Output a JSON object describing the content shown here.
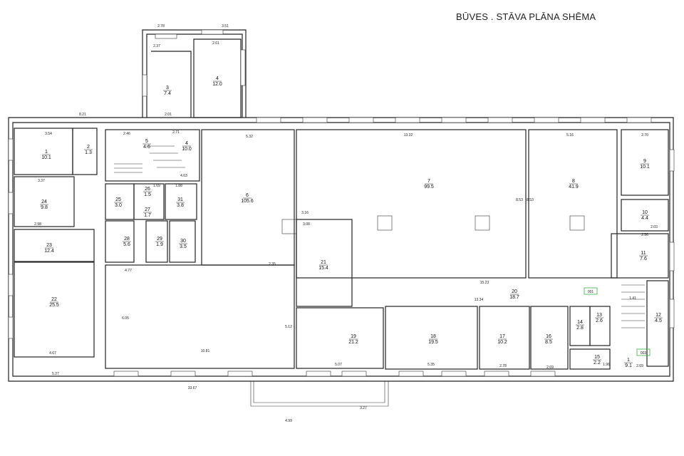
{
  "title": "BŪVES    .  STĀVA PLĀNA SHĒMA",
  "rooms": [
    {
      "num": "1",
      "area": "10.1"
    },
    {
      "num": "2",
      "area": "1.3"
    },
    {
      "num": "3",
      "area": "7.4"
    },
    {
      "num": "4",
      "area": "12.0"
    },
    {
      "num": "4",
      "area": "10.0"
    },
    {
      "num": "5",
      "area": "4.6"
    },
    {
      "num": "6",
      "area": "105.6"
    },
    {
      "num": "7",
      "area": "99.5"
    },
    {
      "num": "8",
      "area": "41.9"
    },
    {
      "num": "9",
      "area": "10.1"
    },
    {
      "num": "10",
      "area": "4.4"
    },
    {
      "num": "11",
      "area": "7.6"
    },
    {
      "num": "12",
      "area": "4.5"
    },
    {
      "num": "13",
      "area": "2.6"
    },
    {
      "num": "14",
      "area": "2.8"
    },
    {
      "num": "15",
      "area": "2.2"
    },
    {
      "num": "16",
      "area": "8.5"
    },
    {
      "num": "17",
      "area": "10.2"
    },
    {
      "num": "18",
      "area": "19.5"
    },
    {
      "num": "19",
      "area": "21.2"
    },
    {
      "num": "20",
      "area": "18.7"
    },
    {
      "num": "21",
      "area": "15.4"
    },
    {
      "num": "22",
      "area": "25.5"
    },
    {
      "num": "23",
      "area": "12.4"
    },
    {
      "num": "24",
      "area": "9.8"
    },
    {
      "num": "25",
      "area": "3.0"
    },
    {
      "num": "26",
      "area": "1.5"
    },
    {
      "num": "27",
      "area": "1.7"
    },
    {
      "num": "28",
      "area": "5.6"
    },
    {
      "num": "29",
      "area": "1.9"
    },
    {
      "num": "30",
      "area": "3.5"
    },
    {
      "num": "31",
      "area": "3.8"
    },
    {
      "num": "1",
      "area": "9.1"
    }
  ],
  "dims": [
    "2.78",
    "3.51",
    "2.37",
    "2.61",
    "8.21",
    "5.32",
    "13.32",
    "5.16",
    "2.70",
    "33.67",
    "5.27",
    "4.99",
    "3.27",
    "10.81",
    "15.23",
    "13.34",
    "4.77",
    "3.54",
    "3.37",
    "2.98",
    "4.67",
    "2.01",
    "2.46",
    "2.71",
    "4.63",
    "1.88",
    "1.69",
    "5.35",
    "5.07",
    "2.78",
    "2.69",
    "2.69",
    "1.96",
    "1.41",
    "2.56",
    "2.03",
    "8.53",
    "8.53",
    "6.05",
    "5.12",
    "2.35",
    "3.16",
    "3.08"
  ],
  "marks": [
    "001",
    "003"
  ],
  "colors": {
    "line": "#222222",
    "mark": "#3cb043"
  }
}
